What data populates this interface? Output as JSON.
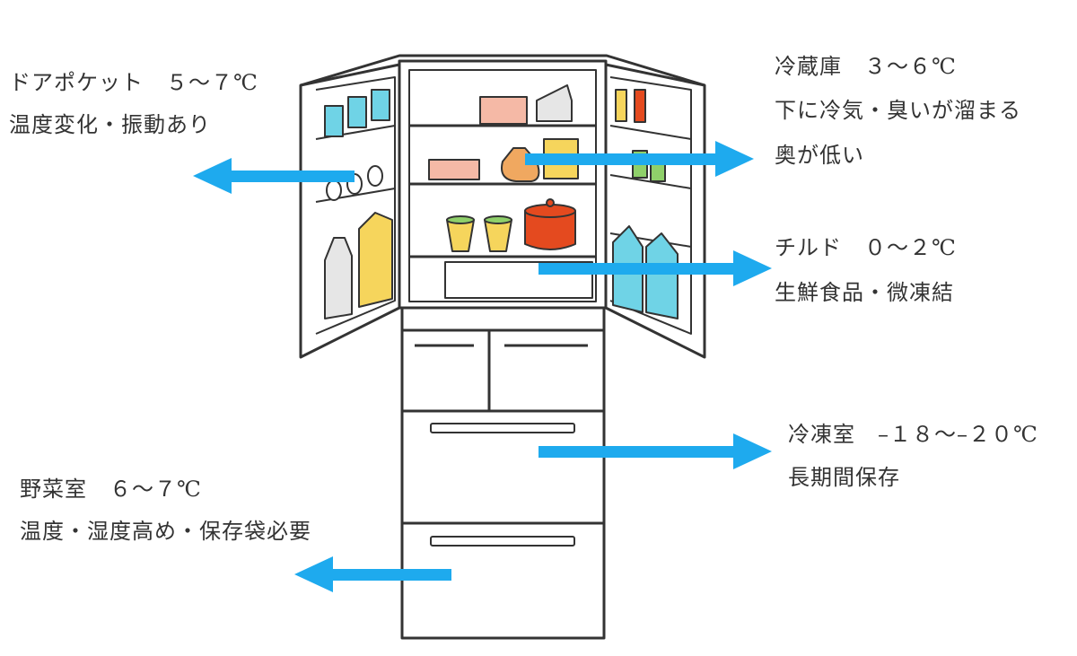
{
  "colors": {
    "outline": "#333333",
    "arrow": "#1eaaee",
    "food_blue": "#6fd3e6",
    "food_yellow": "#f6d55c",
    "food_orange": "#f0a860",
    "food_pink": "#f5b9a6",
    "food_green": "#8fd06a",
    "food_red": "#e44a1f",
    "food_gray": "#e6e6e6"
  },
  "labels": {
    "door_pocket": {
      "title": "ドアポケット　５～７℃",
      "desc": "温度変化・振動あり"
    },
    "refrigerator": {
      "title": "冷蔵庫　３～６℃",
      "desc1": "下に冷気・臭いが溜まる",
      "desc2": "奥が低い"
    },
    "chilled": {
      "title": "チルド　０～２℃",
      "desc": "生鮮食品・微凍結"
    },
    "freezer": {
      "title": "冷凍室　–１８～–２０℃",
      "desc": "長期間保存"
    },
    "vegetable": {
      "title": "野菜室　６～７℃",
      "desc": "温度・湿度高め・保存袋必要"
    }
  }
}
